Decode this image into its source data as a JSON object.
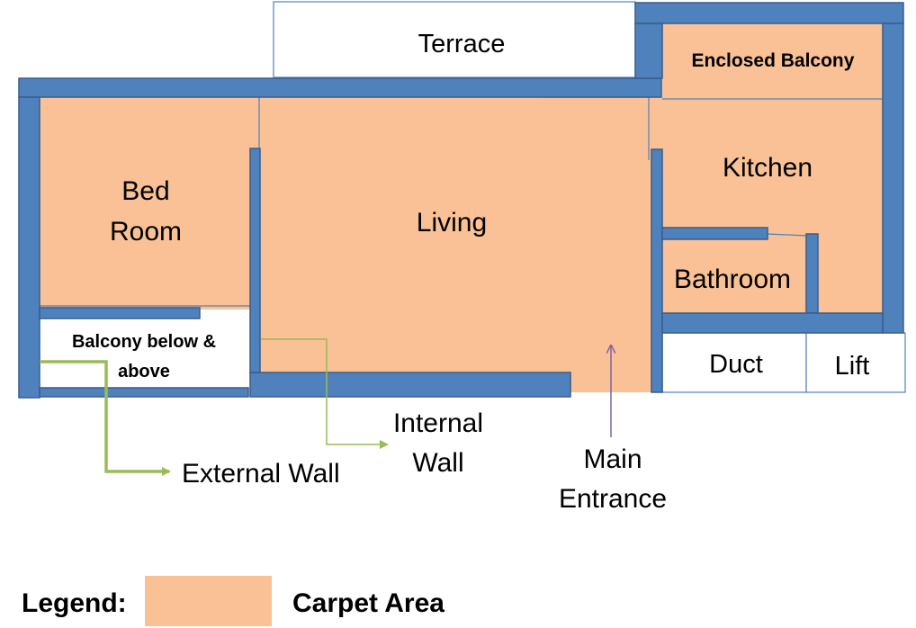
{
  "colors": {
    "carpet": "#F9C195",
    "wall": "#4F81BD",
    "wall_edge": "#385D8A",
    "thin_line": "#4F81BD",
    "external_arrow": "#9BBB59",
    "internal_arrow": "#9BBB59",
    "entrance_arrow": "#8064A2"
  },
  "rooms": {
    "terrace": "Terrace",
    "enclosed_balcony": "Enclosed Balcony",
    "bed_room_line1": "Bed",
    "bed_room_line2": "Room",
    "living": "Living",
    "kitchen": "Kitchen",
    "bathroom": "Bathroom",
    "balcony_line1": "Balcony below &",
    "balcony_line2": "above",
    "duct": "Duct",
    "lift": "Lift"
  },
  "annotations": {
    "external_wall": "External Wall",
    "internal_wall_line1": "Internal",
    "internal_wall_line2": "Wall",
    "main_entrance_line1": "Main",
    "main_entrance_line2": "Entrance"
  },
  "legend": {
    "label": "Legend:",
    "carpet_area": "Carpet Area"
  }
}
